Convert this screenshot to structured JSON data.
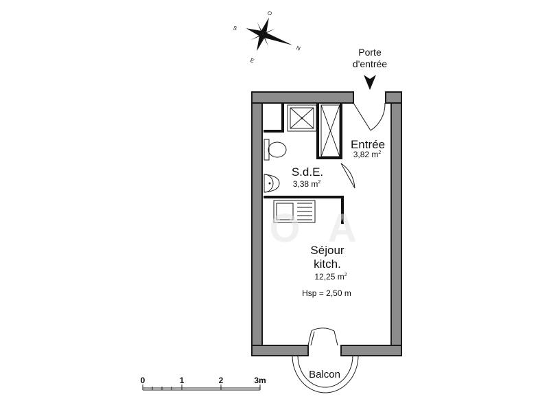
{
  "compass": {
    "n": "N",
    "s": "S",
    "o": "O",
    "e": "E"
  },
  "door_label": {
    "line1": "Porte",
    "line2": "d'entrée"
  },
  "rooms": {
    "entree": {
      "name": "Entrée",
      "area": "3,82 m",
      "sup": "2"
    },
    "sde": {
      "name": "S.d.E.",
      "area": "3,38 m",
      "sup": "2"
    },
    "sejour": {
      "name1": "Séjour",
      "name2": "kitch.",
      "area": "12,25 m",
      "sup": "2",
      "hsp": "Hsp = 2,50 m"
    },
    "balcon": {
      "name": "Balcon"
    }
  },
  "scale_bar": {
    "ticks": [
      "0",
      "1",
      "2",
      "3m"
    ]
  },
  "watermark": "OA"
}
